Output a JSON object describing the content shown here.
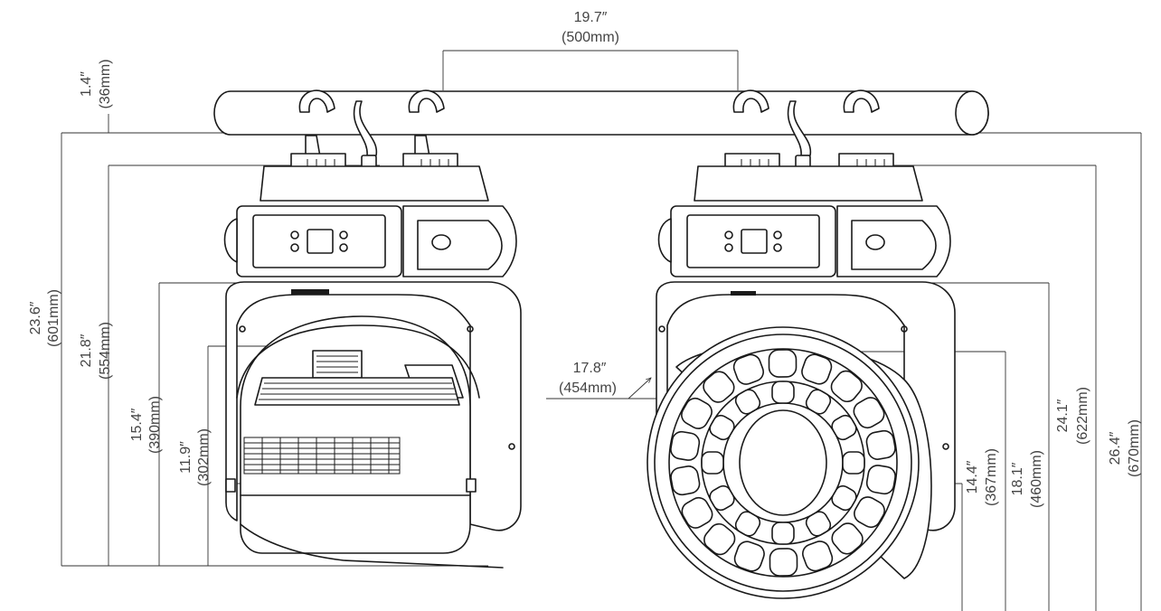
{
  "dimensions": {
    "bar_spacing": {
      "inch": "19.7″",
      "mm": "(500mm)"
    },
    "pipe_diameter": {
      "inch": "1.4″",
      "mm": "(36mm)"
    },
    "total_height_front": {
      "inch": "23.6″",
      "mm": "(601mm)"
    },
    "body_height_front": {
      "inch": "21.8″",
      "mm": "(554mm)"
    },
    "yoke_height": {
      "inch": "15.4″",
      "mm": "(390mm)"
    },
    "tilt_axis_height": {
      "inch": "11.9″",
      "mm": "(302mm)"
    },
    "head_width": {
      "inch": "17.8″",
      "mm": "(454mm)"
    },
    "tilt_axis_side": {
      "inch": "14.4″",
      "mm": "(367mm)"
    },
    "head_height_side": {
      "inch": "18.1″",
      "mm": "(460mm)"
    },
    "body_height_side": {
      "inch": "24.1″",
      "mm": "(622mm)"
    },
    "total_height_side": {
      "inch": "26.4″",
      "mm": "(670mm)"
    }
  }
}
